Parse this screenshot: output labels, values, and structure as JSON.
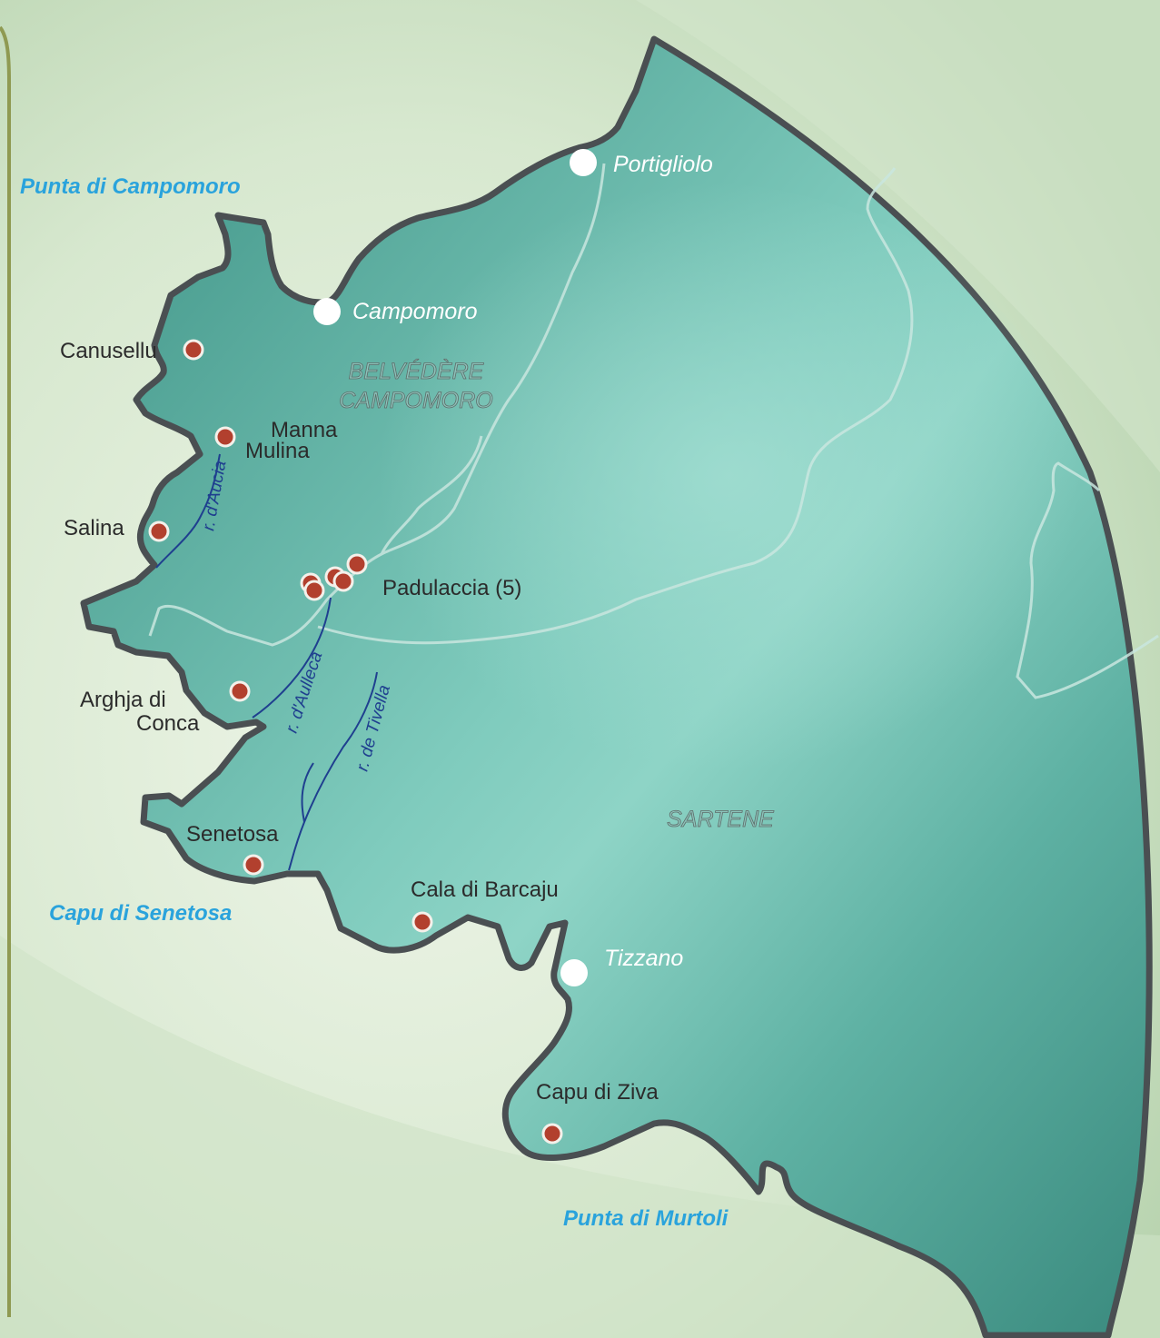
{
  "map": {
    "capes": [
      {
        "id": "punta-campomoro",
        "text": "Punta di Campomoro"
      },
      {
        "id": "capu-senetosa",
        "text": "Capu di Senetosa"
      },
      {
        "id": "punta-murtoli",
        "text": "Punta di Murtoli"
      }
    ],
    "towns": [
      {
        "id": "portigliolo",
        "text": "Portigliolo"
      },
      {
        "id": "campomoro",
        "text": "Campomoro"
      },
      {
        "id": "tizzano",
        "text": "Tizzano"
      }
    ],
    "communes": [
      {
        "id": "belvedere-1",
        "text": "BELVÉDÈRE"
      },
      {
        "id": "belvedere-2",
        "text": "CAMPOMORO"
      },
      {
        "id": "sartene",
        "text": "SARTENE"
      }
    ],
    "sites": [
      {
        "id": "canusellu",
        "text": "Canusellu"
      },
      {
        "id": "manna",
        "text": "Manna"
      },
      {
        "id": "mulina",
        "text": "Mulina"
      },
      {
        "id": "salina",
        "text": "Salina"
      },
      {
        "id": "padulaccia",
        "text": "Padulaccia (5)"
      },
      {
        "id": "arghja-1",
        "text": "Arghja di"
      },
      {
        "id": "arghja-2",
        "text": "Conca"
      },
      {
        "id": "senetosa",
        "text": "Senetosa"
      },
      {
        "id": "cala-barcaju",
        "text": "Cala di Barcaju"
      },
      {
        "id": "capu-ziva",
        "text": "Capu di Ziva"
      }
    ],
    "rivers": [
      {
        "id": "aucia",
        "text": "r. d'Aucia"
      },
      {
        "id": "aulleca",
        "text": "r. d'Aulleca"
      },
      {
        "id": "tivella",
        "text": "r. de Tivella"
      }
    ],
    "colors": {
      "land": "#3f9488",
      "land_light": "#8fd3c6",
      "outline": "#4a4f52",
      "cape_label": "#2aa3dc",
      "site_marker": "#b2402e",
      "river": "#1f3f8f",
      "background": "#dcebd6"
    }
  }
}
